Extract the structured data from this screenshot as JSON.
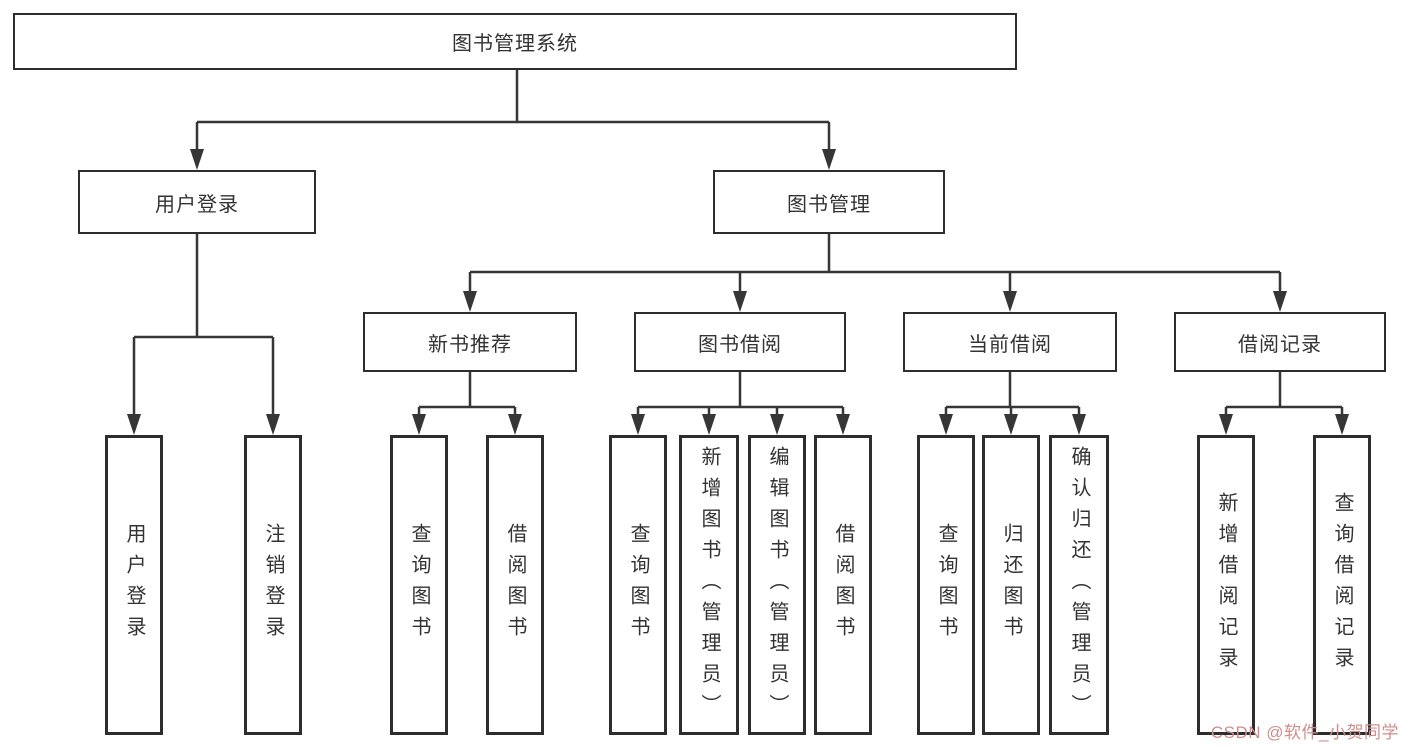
{
  "diagram": {
    "root": {
      "label": "图书管理系统"
    },
    "level2": [
      {
        "label": "用户登录",
        "leaves": [
          "用户登录",
          "注销登录"
        ]
      },
      {
        "label": "图书管理"
      }
    ],
    "level3": [
      {
        "label": "新书推荐",
        "leaves": [
          "查询图书",
          "借阅图书"
        ]
      },
      {
        "label": "图书借阅",
        "leaves": [
          "查询图书",
          "新增图书（管理员）",
          "编辑图书（管理员）",
          "借阅图书"
        ]
      },
      {
        "label": "当前借阅",
        "leaves": [
          "查询图书",
          "归还图书",
          "确认归还（管理员）"
        ]
      },
      {
        "label": "借阅记录",
        "leaves": [
          "新增借阅记录",
          "查询借阅记录"
        ]
      }
    ]
  },
  "watermark": {
    "text": "CSDN @软件_小贺同学",
    "color": "#cf8e8d"
  },
  "colors": {
    "line": "#363636",
    "box_border": "#2d2d2d",
    "text": "#333333",
    "background": "#ffffff"
  }
}
